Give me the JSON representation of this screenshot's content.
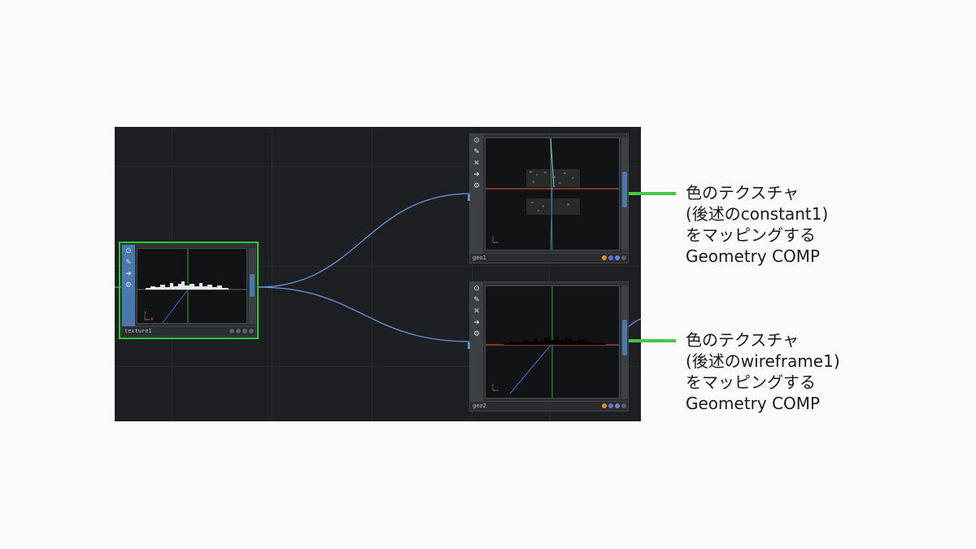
{
  "network": {
    "nodes": [
      {
        "id": "texture1",
        "name": "texture1",
        "selected": true,
        "active": true
      },
      {
        "id": "geo1",
        "name": "geo1",
        "selected": false,
        "active": false
      },
      {
        "id": "geo2",
        "name": "geo2",
        "selected": false,
        "active": false
      }
    ],
    "axis_labels": {
      "y": "y",
      "x": "x"
    },
    "colors": {
      "background": "#1e1f22",
      "wire": "#6a98da",
      "selection": "#27d12b",
      "annotation_line": "#45c945"
    },
    "flag_colors": [
      "#d9912f",
      "#7a6ad8",
      "#5a8fe0",
      "#5c5f64"
    ]
  },
  "annotations": [
    {
      "lines": [
        "色のテクスチャ",
        "(後述のconstant1)",
        "をマッピングする",
        "Geometry COMP"
      ]
    },
    {
      "lines": [
        "色のテクスチャ",
        "(後述のwireframe1)",
        "をマッピングする",
        "Geometry COMP"
      ]
    }
  ]
}
